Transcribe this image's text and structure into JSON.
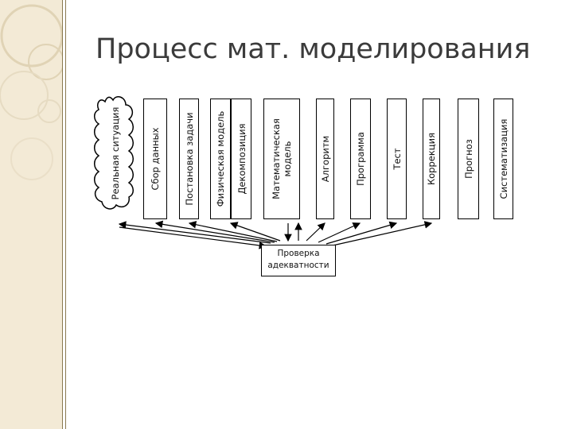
{
  "title": "Процесс мат. моделирования",
  "stages": {
    "real": "Реальная ситуация",
    "collect": "Сбор данных",
    "task": "Постановка задачи",
    "phys": "Физическая модель",
    "decomp": "Декомпозиция",
    "math_line1": "Математическая",
    "math_line2": "модель",
    "algo": "Алгоритм",
    "prog": "Программа",
    "test": "Тест",
    "corr": "Коррекция",
    "prog2": "Прогноз",
    "sys": "Систематизация"
  },
  "check_line1": "Проверка",
  "check_line2": "адекватности"
}
